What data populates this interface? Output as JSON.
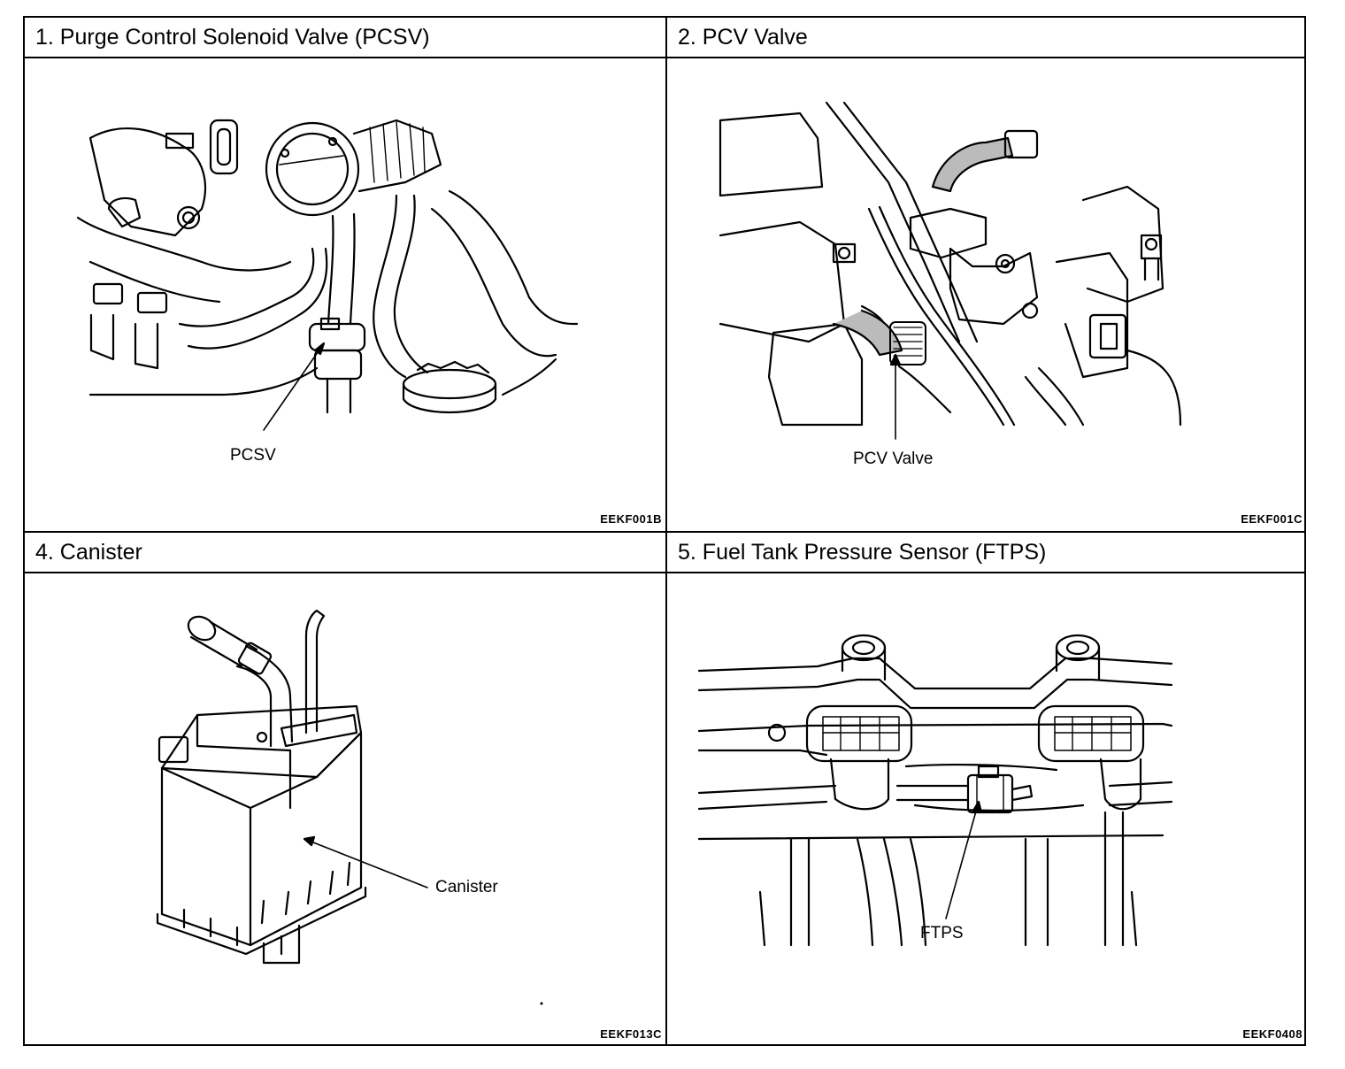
{
  "panels": [
    {
      "title": "1. Purge Control Solenoid Valve (PCSV)",
      "callout": "PCSV",
      "code": "EEKF001B"
    },
    {
      "title": "2. PCV Valve",
      "callout": "PCV Valve",
      "code": "EEKF001C"
    },
    {
      "title": "4. Canister",
      "callout": "Canister",
      "code": "EEKF013C"
    },
    {
      "title": "5. Fuel Tank Pressure Sensor (FTPS)",
      "callout": "FTPS",
      "code": "EEKF0408"
    }
  ]
}
